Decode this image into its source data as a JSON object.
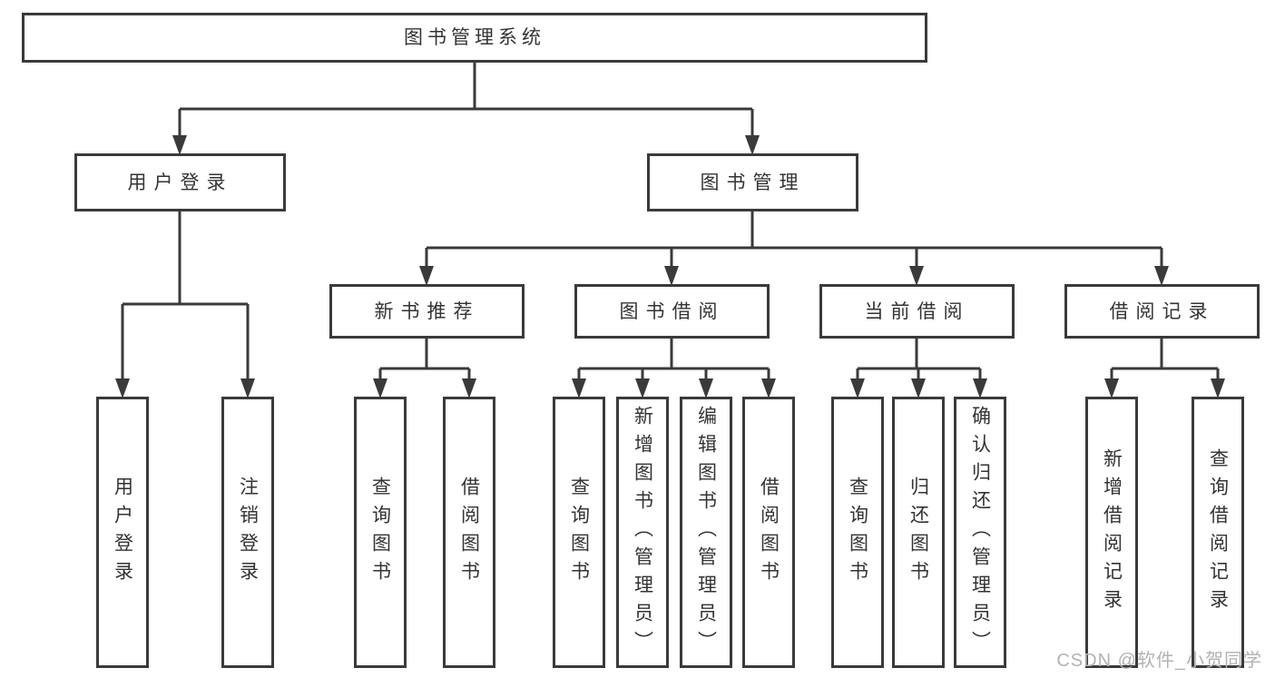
{
  "diagram": {
    "root": "图书管理系统",
    "level2": [
      "用户登录",
      "图书管理"
    ],
    "level3": [
      "新书推荐",
      "图书借阅",
      "当前借阅",
      "借阅记录"
    ],
    "leaves": [
      "用户登录",
      "注销登录",
      "查询图书",
      "借阅图书",
      "查询图书",
      "新增图书（管理员）",
      "编辑图书（管理员）",
      "借阅图书",
      "查询图书",
      "归还图书",
      "确认归还（管理员）",
      "新增借阅记录",
      "查询借阅记录"
    ]
  },
  "watermark": "CSDN @软件_小贺同学",
  "colors": {
    "line": "#3a3a3a",
    "text": "#333333",
    "watermark": "#b2b2b2",
    "background": "#ffffff"
  }
}
